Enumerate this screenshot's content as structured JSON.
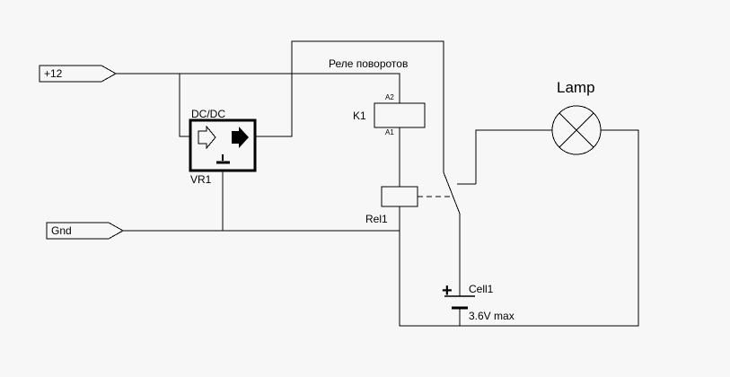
{
  "ports": {
    "power": "+12",
    "ground": "Gnd"
  },
  "converter": {
    "title": "DC/DC",
    "ref": "VR1"
  },
  "relay": {
    "caption": "Реле поворотов",
    "coil_ref": "K1",
    "pin_a2": "A2",
    "pin_a1": "A1",
    "contact_ref": "Rel1"
  },
  "lamp": {
    "label": "Lamp"
  },
  "cell": {
    "ref": "Cell1",
    "rating": "3.6V max",
    "polarity": "+"
  }
}
